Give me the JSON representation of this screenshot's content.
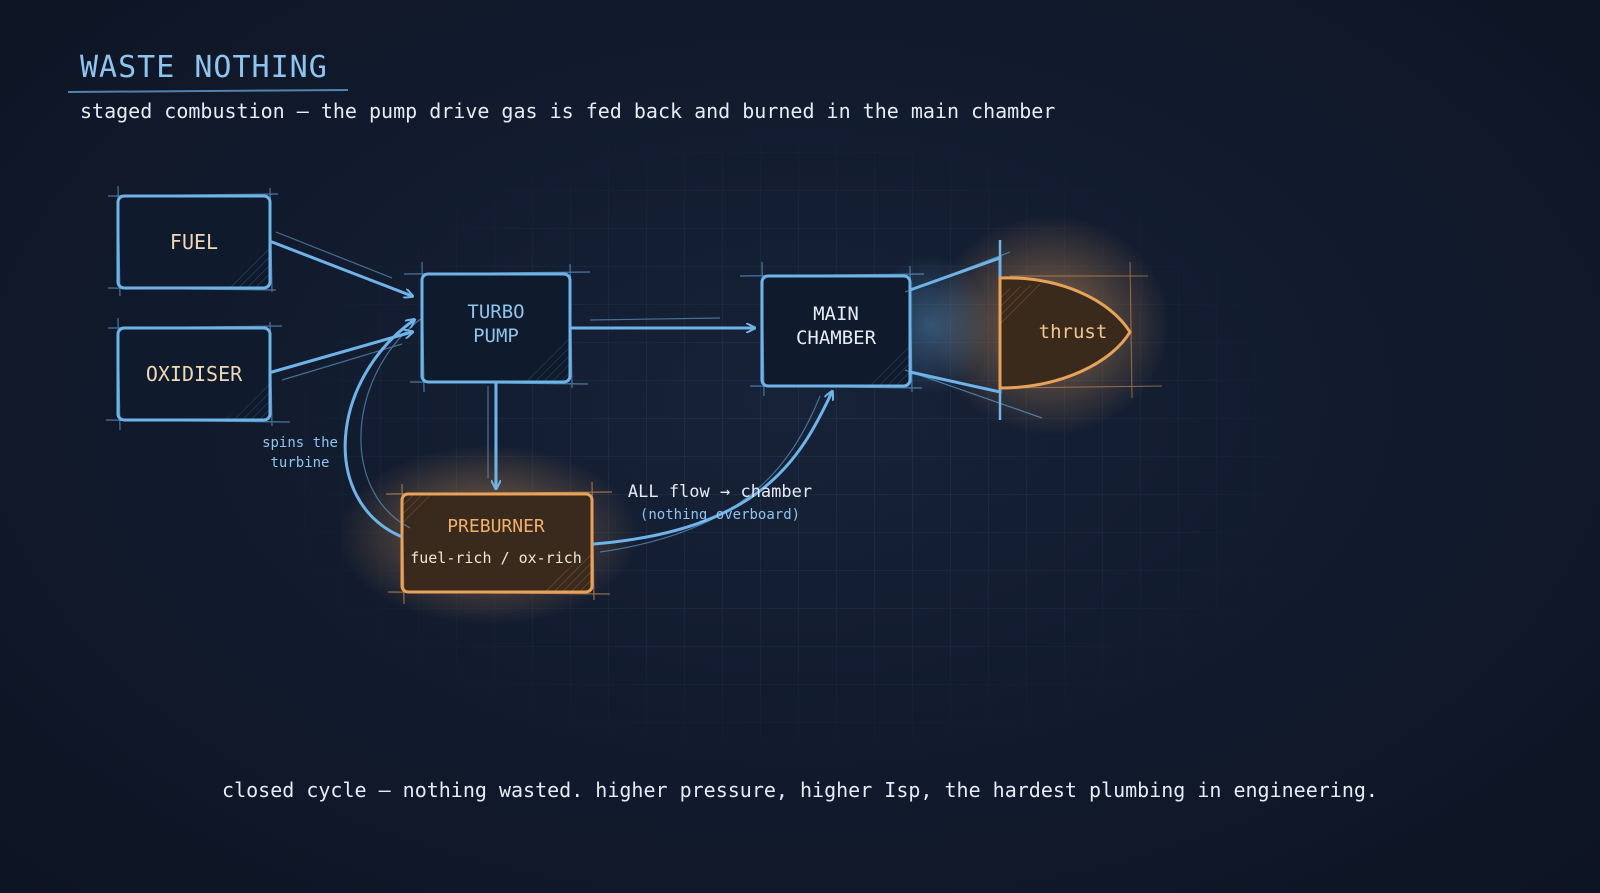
{
  "header": {
    "title": "WASTE NOTHING",
    "subtitle": "staged combustion — the pump drive gas is fed back and burned in the main chamber"
  },
  "nodes": {
    "fuel": "FUEL",
    "oxidiser": "OXIDISER",
    "turbopump_line1": "TURBO",
    "turbopump_line2": "PUMP",
    "preburner": "PREBURNER",
    "preburner_sub": "fuel-rich / ox-rich",
    "chamber_line1": "MAIN",
    "chamber_line2": "CHAMBER",
    "thrust": "thrust"
  },
  "annotations": {
    "spins_line1": "spins the",
    "spins_line2": "turbine",
    "flow_main": "ALL flow → chamber",
    "flow_sub": "(nothing overboard)"
  },
  "footer": "closed cycle — nothing wasted. higher pressure, higher Isp, the hardest plumbing in engineering.",
  "colors": {
    "blue": "#6fb4e8",
    "orange": "#e9a25a",
    "text": "#e6ecf4",
    "background": "#111a2c"
  }
}
